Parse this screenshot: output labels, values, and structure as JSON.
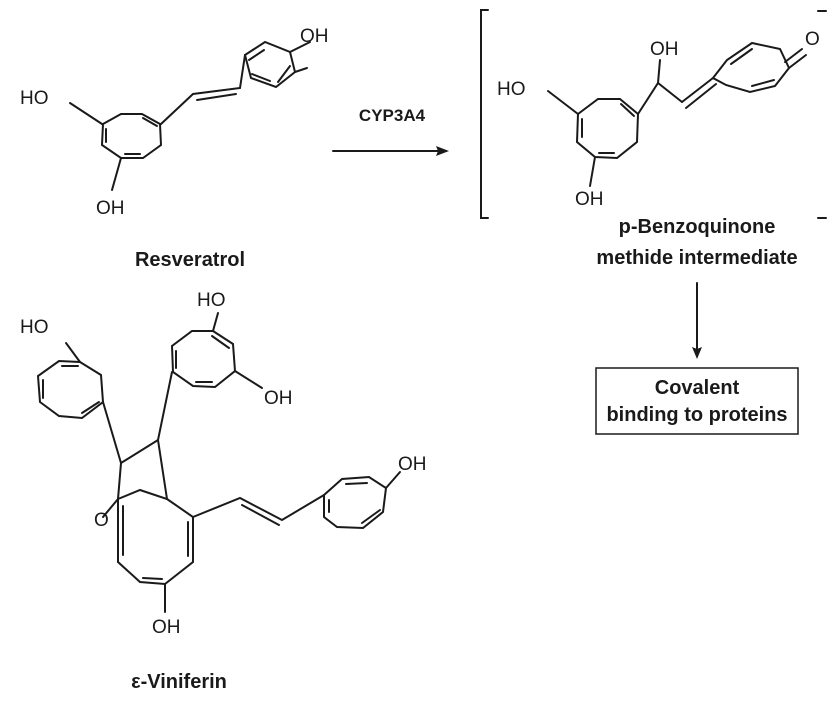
{
  "molecules": {
    "resveratrol": {
      "name": "Resveratrol",
      "labels": {
        "oh_top": "OH",
        "oh_left": "HO",
        "oh_bottom": "OH"
      }
    },
    "intermediate": {
      "name_line1": "p-Benzoquinone",
      "name_line2": "methide intermediate",
      "labels": {
        "oh_top": "OH",
        "oh_left": "HO",
        "oh_bottom": "OH",
        "oxo": "O"
      }
    },
    "viniferin": {
      "name": "ε-Viniferin",
      "labels": {
        "oh_phenol": "HO",
        "oh_res_top": "HO",
        "oh_res_right": "OH",
        "oh_styryl": "OH",
        "ring_o": "O",
        "oh_bottom": "OH"
      }
    }
  },
  "reaction": {
    "enzyme": "CYP3A4"
  },
  "outcome": {
    "line1": "Covalent",
    "line2": "binding to proteins"
  }
}
